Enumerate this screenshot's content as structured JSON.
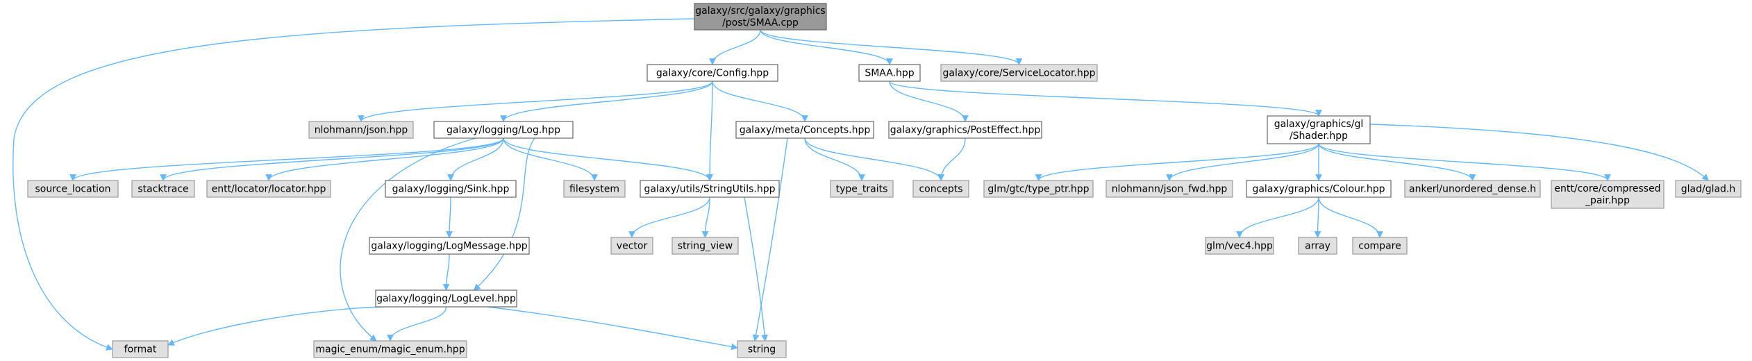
{
  "title": "galaxy/src/galaxy/graphics/post/SMAA.cpp",
  "colors": {
    "edge": "#63b8ff",
    "root_fill": "#999999",
    "root_border": "#666666",
    "local_fill": "#ffffff",
    "local_border": "#666666",
    "system_fill": "#e0e0e0",
    "system_border": "#999999"
  },
  "nodes": [
    {
      "id": "root",
      "kind": "root",
      "lines": [
        "galaxy/src/galaxy/graphics",
        "/post/SMAA.cpp"
      ]
    },
    {
      "id": "config",
      "kind": "local",
      "lines": [
        "galaxy/core/Config.hpp"
      ]
    },
    {
      "id": "smaa_hpp",
      "kind": "local",
      "lines": [
        "SMAA.hpp"
      ]
    },
    {
      "id": "service_locator",
      "kind": "system",
      "lines": [
        "galaxy/core/ServiceLocator.hpp"
      ]
    },
    {
      "id": "nlohmann_json",
      "kind": "system",
      "lines": [
        "nlohmann/json.hpp"
      ]
    },
    {
      "id": "log_hpp",
      "kind": "local",
      "lines": [
        "galaxy/logging/Log.hpp"
      ]
    },
    {
      "id": "concepts_hpp",
      "kind": "local",
      "lines": [
        "galaxy/meta/Concepts.hpp"
      ]
    },
    {
      "id": "post_effect",
      "kind": "local",
      "lines": [
        "galaxy/graphics/PostEffect.hpp"
      ]
    },
    {
      "id": "shader_hpp",
      "kind": "local",
      "lines": [
        "galaxy/graphics/gl",
        "/Shader.hpp"
      ]
    },
    {
      "id": "source_location",
      "kind": "system",
      "lines": [
        "source_location"
      ]
    },
    {
      "id": "stacktrace",
      "kind": "system",
      "lines": [
        "stacktrace"
      ]
    },
    {
      "id": "entt_locator",
      "kind": "system",
      "lines": [
        "entt/locator/locator.hpp"
      ]
    },
    {
      "id": "sink_hpp",
      "kind": "local",
      "lines": [
        "galaxy/logging/Sink.hpp"
      ]
    },
    {
      "id": "filesystem",
      "kind": "system",
      "lines": [
        "filesystem"
      ]
    },
    {
      "id": "string_utils",
      "kind": "local",
      "lines": [
        "galaxy/utils/StringUtils.hpp"
      ]
    },
    {
      "id": "type_traits",
      "kind": "system",
      "lines": [
        "type_traits"
      ]
    },
    {
      "id": "concepts",
      "kind": "system",
      "lines": [
        "concepts"
      ]
    },
    {
      "id": "glm_type_ptr",
      "kind": "system",
      "lines": [
        "glm/gtc/type_ptr.hpp"
      ]
    },
    {
      "id": "json_fwd",
      "kind": "system",
      "lines": [
        "nlohmann/json_fwd.hpp"
      ]
    },
    {
      "id": "colour_hpp",
      "kind": "local",
      "lines": [
        "galaxy/graphics/Colour.hpp"
      ]
    },
    {
      "id": "unordered_dense",
      "kind": "system",
      "lines": [
        "ankerl/unordered_dense.h"
      ]
    },
    {
      "id": "compressed_pair",
      "kind": "system",
      "lines": [
        "entt/core/compressed",
        "_pair.hpp"
      ]
    },
    {
      "id": "glad",
      "kind": "system",
      "lines": [
        "glad/glad.h"
      ]
    },
    {
      "id": "log_message",
      "kind": "local",
      "lines": [
        "galaxy/logging/LogMessage.hpp"
      ]
    },
    {
      "id": "vector",
      "kind": "system",
      "lines": [
        "vector"
      ]
    },
    {
      "id": "string_view",
      "kind": "system",
      "lines": [
        "string_view"
      ]
    },
    {
      "id": "glm_vec4",
      "kind": "system",
      "lines": [
        "glm/vec4.hpp"
      ]
    },
    {
      "id": "array",
      "kind": "system",
      "lines": [
        "array"
      ]
    },
    {
      "id": "compare",
      "kind": "system",
      "lines": [
        "compare"
      ]
    },
    {
      "id": "log_level",
      "kind": "local",
      "lines": [
        "galaxy/logging/LogLevel.hpp"
      ]
    },
    {
      "id": "format",
      "kind": "system",
      "lines": [
        "format"
      ]
    },
    {
      "id": "magic_enum",
      "kind": "system",
      "lines": [
        "magic_enum/magic_enum.hpp"
      ]
    },
    {
      "id": "string",
      "kind": "system",
      "lines": [
        "string"
      ]
    }
  ],
  "edges": [
    [
      "root",
      "config"
    ],
    [
      "root",
      "smaa_hpp"
    ],
    [
      "root",
      "service_locator"
    ],
    [
      "root",
      "format"
    ],
    [
      "config",
      "nlohmann_json"
    ],
    [
      "config",
      "log_hpp"
    ],
    [
      "config",
      "concepts_hpp"
    ],
    [
      "config",
      "string_utils"
    ],
    [
      "smaa_hpp",
      "post_effect"
    ],
    [
      "smaa_hpp",
      "shader_hpp"
    ],
    [
      "log_hpp",
      "source_location"
    ],
    [
      "log_hpp",
      "stacktrace"
    ],
    [
      "log_hpp",
      "entt_locator"
    ],
    [
      "log_hpp",
      "sink_hpp"
    ],
    [
      "log_hpp",
      "filesystem"
    ],
    [
      "log_hpp",
      "string_utils"
    ],
    [
      "log_hpp",
      "log_level"
    ],
    [
      "log_hpp",
      "magic_enum"
    ],
    [
      "concepts_hpp",
      "type_traits"
    ],
    [
      "concepts_hpp",
      "concepts"
    ],
    [
      "concepts_hpp",
      "string"
    ],
    [
      "post_effect",
      "concepts"
    ],
    [
      "shader_hpp",
      "glm_type_ptr"
    ],
    [
      "shader_hpp",
      "json_fwd"
    ],
    [
      "shader_hpp",
      "colour_hpp"
    ],
    [
      "shader_hpp",
      "unordered_dense"
    ],
    [
      "shader_hpp",
      "compressed_pair"
    ],
    [
      "shader_hpp",
      "glad"
    ],
    [
      "sink_hpp",
      "log_message"
    ],
    [
      "log_message",
      "log_level"
    ],
    [
      "string_utils",
      "vector"
    ],
    [
      "string_utils",
      "string_view"
    ],
    [
      "string_utils",
      "string"
    ],
    [
      "colour_hpp",
      "glm_vec4"
    ],
    [
      "colour_hpp",
      "array"
    ],
    [
      "colour_hpp",
      "compare"
    ],
    [
      "log_level",
      "format"
    ],
    [
      "log_level",
      "magic_enum"
    ],
    [
      "log_level",
      "string"
    ]
  ]
}
